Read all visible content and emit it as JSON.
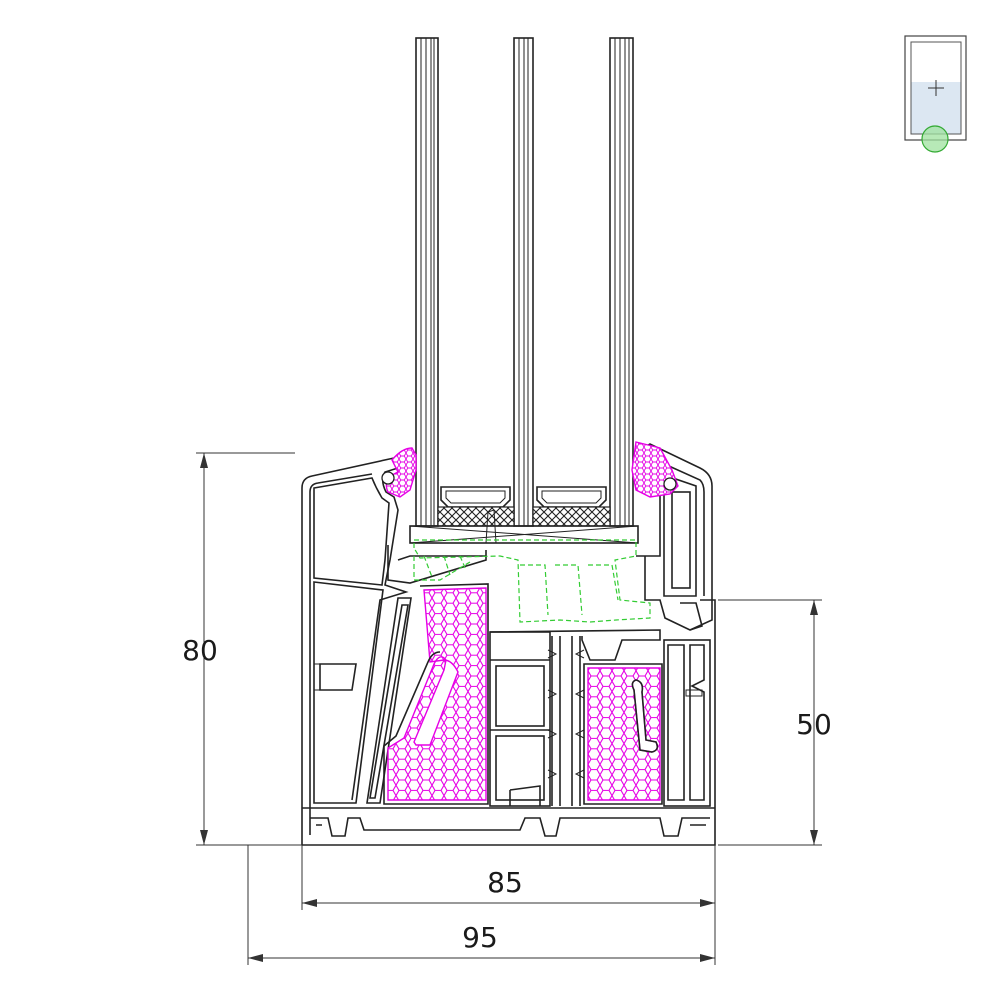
{
  "dimensions": {
    "total_height": "80",
    "frame_height": "50",
    "frame_depth": "85",
    "total_depth": "95"
  },
  "colors": {
    "line": "#222222",
    "gasket": "#e600e6",
    "foam": "#e600e6",
    "glazing_bead": "#33cc33",
    "thumbnail_glass": "#dce7f2",
    "thumbnail_marker": "#9fe29f"
  },
  "icons": {
    "position_thumbnail": "window-section-position-icon",
    "crosshair": "crosshair-icon"
  }
}
